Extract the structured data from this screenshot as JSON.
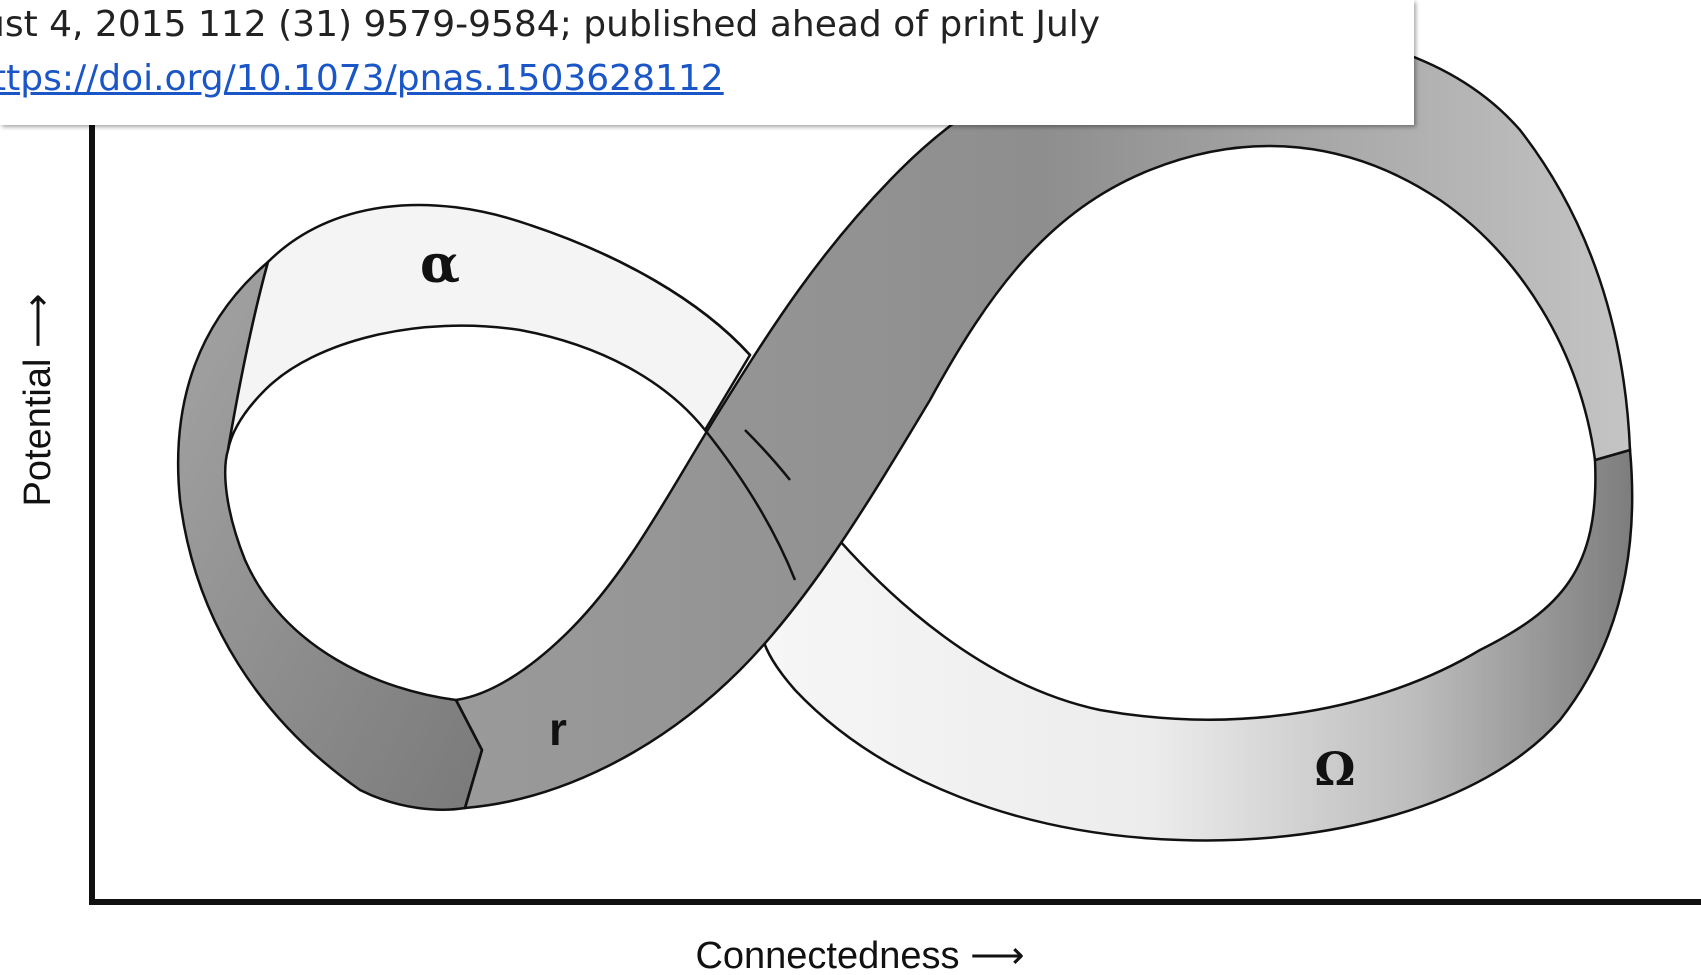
{
  "citation": {
    "line1": "ust 4, 2015 112 (31) 9579-9584; published ahead of print July",
    "doi_link": "ttps://doi.org/10.1073/pnas.1503628112",
    "link_color": "#1a56c7"
  },
  "diagram": {
    "x_axis_label": "Connectedness ⟶",
    "y_axis_label": "Potential ⟶",
    "phase_labels": {
      "alpha": "α",
      "r": "r",
      "omega": "Ω"
    },
    "band_fill_dark": "#8c8c8c",
    "band_fill_light": "#f4f4f4",
    "stroke_color": "#111111"
  }
}
